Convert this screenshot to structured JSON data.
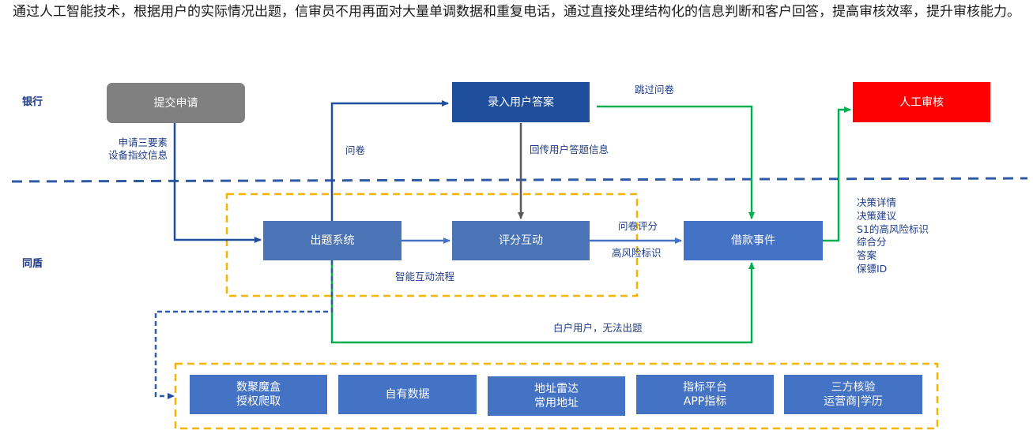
{
  "intro": "通过人工智能技术，根据用户的实际情况出题，信审员不用再面对大量单调数据和重复电话，通过直接处理结构化的信息判断和客户回答，提高审核效率，提升审核能力。",
  "lanes": {
    "bank": "银行",
    "tongdun": "同盾"
  },
  "boxes": {
    "submit": "提交申请",
    "record": "录入用户答案",
    "manual": "人工审核",
    "question_sys": "出题系统",
    "score": "评分互动",
    "loan_event": "借款事件"
  },
  "sources": [
    "数聚魔盒\n授权爬取",
    "自有数据",
    "地址雷达\n常用地址",
    "指标平台\nAPP指标",
    "三方核验\n运营商|学历"
  ],
  "labels": {
    "apply_elements": "申请三要素\n设备指纹信息",
    "questionnaire": "问卷",
    "return_answers": "回传用户答题信息",
    "skip": "跳过问卷",
    "q_score": "问卷评分",
    "high_risk": "高风险标识",
    "smart_flow": "智能互动流程",
    "white_user": "白户用户，无法出题",
    "outputs": "决策详情\n决策建议\nS1的高风险标识\n综合分\n答案\n保镖ID"
  },
  "colors": {
    "accent_blue": "#4472c4",
    "dark_blue": "#1f4e9c",
    "gray": "#808080",
    "red": "#ff0000",
    "green": "#00b050",
    "dash_yellow": "#f2b500",
    "dash_blue": "#2e5aa8"
  }
}
